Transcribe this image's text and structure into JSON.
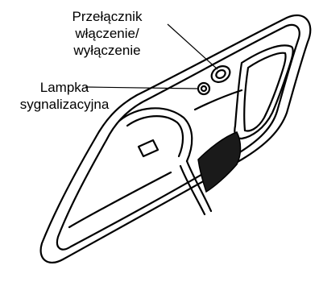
{
  "labels": {
    "power_switch": [
      "Przełącznik",
      "włączenie/",
      "wyłączenie"
    ],
    "indicator_lamp": [
      "Lampka",
      "sygnalizacyjna"
    ]
  },
  "colors": {
    "line": "#000000",
    "background": "#ffffff",
    "grille": "#1a1a1a"
  }
}
